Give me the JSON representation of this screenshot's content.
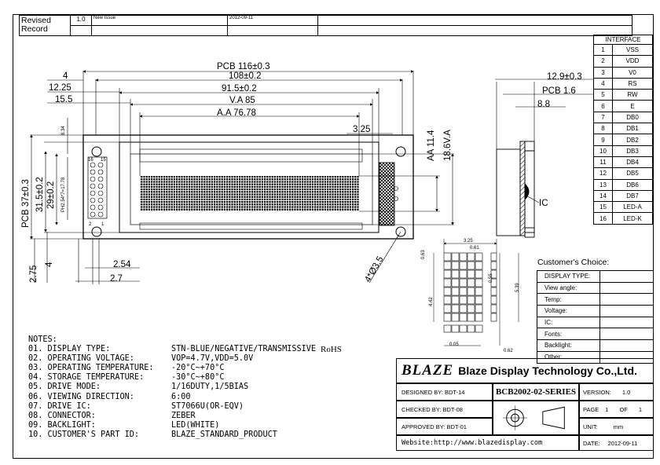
{
  "revision": {
    "label_line1": "Revised",
    "label_line2": "Record",
    "rev": "1.0",
    "desc": "New Issue",
    "date": "2012-09-11"
  },
  "interface": {
    "title": "INTERFACE",
    "pins": [
      {
        "no": "1",
        "sig": "VSS"
      },
      {
        "no": "2",
        "sig": "VDD"
      },
      {
        "no": "3",
        "sig": "V0"
      },
      {
        "no": "4",
        "sig": "RS"
      },
      {
        "no": "5",
        "sig": "RW"
      },
      {
        "no": "6",
        "sig": "E"
      },
      {
        "no": "7",
        "sig": "DB0"
      },
      {
        "no": "8",
        "sig": "DB1"
      },
      {
        "no": "9",
        "sig": "DB2"
      },
      {
        "no": "10",
        "sig": "DB3"
      },
      {
        "no": "11",
        "sig": "DB4"
      },
      {
        "no": "12",
        "sig": "DB5"
      },
      {
        "no": "13",
        "sig": "DB6"
      },
      {
        "no": "14",
        "sig": "DB7"
      },
      {
        "no": "15",
        "sig": "LED-A"
      },
      {
        "no": "16",
        "sig": "LED-K"
      }
    ]
  },
  "dims": {
    "pcb_w": "PCB 116±0.3",
    "d108": "108±0.2",
    "d91": "91.5±0.2",
    "va85": "V.A 85",
    "aa76": "A.A 76.78",
    "d4": "4",
    "d1225": "12.25",
    "d155": "15.5",
    "d325": "3.25",
    "aa114": "AA 11.4",
    "va186": "18.6V.A",
    "pcb37": "PCB 37±0.3",
    "d315": "31.5±0.2",
    "d29": "29±0.2",
    "d834": "8.34",
    "ph": "PH2.54*7=17.78",
    "d275": "2.75",
    "d4b": "4",
    "d254": "2.54",
    "d27": "2.7",
    "hole": "4*Ø3.5",
    "d129": "12.9±0.3",
    "pcb16": "PCB 1.6",
    "d88": "8.8",
    "ic": "IC",
    "pin16": "16",
    "pin15": "15",
    "pin2": "2",
    "pin1": "1",
    "c325": "3.25",
    "c061": "0.61",
    "c063": "0.63",
    "c085": "0.55",
    "c539": "5.39",
    "c442": "4.42",
    "c005": "0.05",
    "c062": "0.62"
  },
  "choices": {
    "title": "Customer's Choice:",
    "rows": [
      "DISPLAY TYPE:",
      "View angle:",
      "Temp:",
      "Voltage:",
      "IC:",
      "Fonts:",
      "Backlight:",
      "Other:"
    ]
  },
  "notes": {
    "title": "NOTES:",
    "items": [
      {
        "k": "01. DISPLAY TYPE:",
        "v": "STN-BLUE/NEGATIVE/TRANSMISSIVE",
        "extra": "RoHS"
      },
      {
        "k": "02. OPERATING VOLTAGE:",
        "v": "VOP=4.7V,VDD=5.0V"
      },
      {
        "k": "03. OPERATING TEMPERATURE:",
        "v": "-20°C~+70°C"
      },
      {
        "k": "04. STORAGE TEMPERATURE:",
        "v": "-30°C~+80°C"
      },
      {
        "k": "05. DRIVE MODE:",
        "v": "1/16DUTY,1/5BIAS"
      },
      {
        "k": "06. VIEWING DIRECTION:",
        "v": "6:00"
      },
      {
        "k": "07. DRIVE IC:",
        "v": "ST7066U(OR-EQV)"
      },
      {
        "k": "08. CONNECTOR:",
        "v": "ZEBER"
      },
      {
        "k": "09. BACKLIGHT:",
        "v": "LED(WHITE)"
      },
      {
        "k": "10. CUSTOMER'S PART ID:",
        "v": "BLAZE_STANDARD_PRODUCT"
      }
    ]
  },
  "titleblock": {
    "logo": "BLAZE",
    "company": "Blaze Display Technology Co.,Ltd.",
    "designed": "DESIGNED BY: BDT-14",
    "checked": "CHECKED BY: BDT-08",
    "approved": "APPROVED BY: BDT-01",
    "model": "BCB2002-02-SERIES",
    "version_k": "VERSION:",
    "version_v": "1.0",
    "page_k": "PAGE",
    "page_v": "1",
    "of_k": "OF",
    "of_v": "1",
    "unit_k": "UNIT:",
    "unit_v": "mm",
    "date_k": "DATE:",
    "date_v": "2012-09-11",
    "website": "Website:http://www.blazedisplay.com"
  }
}
